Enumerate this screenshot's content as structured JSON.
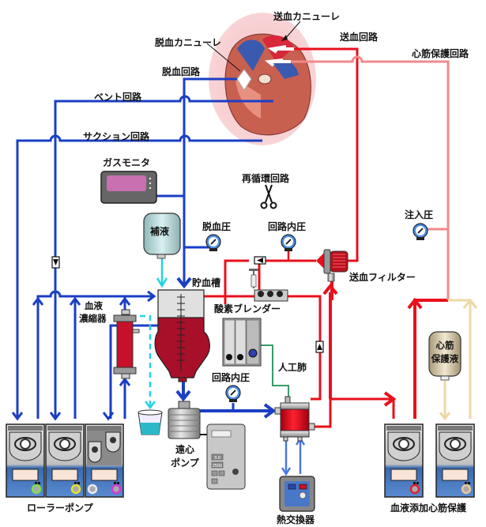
{
  "title": "人工心肺回路図",
  "colors": {
    "venous_blue": "#1a3fc4",
    "arterial_red": "#e8101c",
    "cardioplegia_pink": "#f08a8c",
    "cardioplegia_solution_beige": "#ecd9a4",
    "filtrate_cyan": "#22d3e6",
    "gas_line_green": "#3a9a6a",
    "heat_exchange_blue": "#4a78e0",
    "heart_halo": "#f6c9cc"
  },
  "labels": {
    "arterial_cannula": "送血カニューレ",
    "venous_cannula": "脱血カニューレ",
    "arterial_line": "送血回路",
    "cardioplegia_line": "心筋保護回路",
    "venous_line": "脱血回路",
    "vent_line": "ベント回路",
    "suction_line": "サクション回路",
    "gas_monitor": "ガスモニタ",
    "recirculation_line": "再循環回路",
    "fluid_bag": "補液",
    "venous_pressure": "脱血圧",
    "line_pressure_top": "回路内圧",
    "infusion_pressure": "注入圧",
    "arterial_filter": "送血フィルター",
    "reservoir": "貯血槽",
    "hemoconcentrator_1": "血液",
    "hemoconcentrator_2": "濃縮器",
    "oxygen_blender": "酸素ブレンダー",
    "oxygenator": "人工肺",
    "line_pressure_bottom": "回路内圧",
    "cardioplegia_solution_1": "心筋",
    "cardioplegia_solution_2": "保護液",
    "centrifugal_pump_1": "遠心",
    "centrifugal_pump_2": "ポンプ",
    "heat_exchanger": "熱交換器",
    "roller_pump": "ローラーポンプ",
    "blood_cardioplegia": "血液添加心筋保護"
  },
  "console": {
    "readout_1": "3.0",
    "readout_2": "2500"
  },
  "roller_pumps": [
    {
      "name": "vent-pump",
      "knob_color": "#7ee04a"
    },
    {
      "name": "suction-pump",
      "knob_color": "#e8e030"
    },
    {
      "name": "dual-pump",
      "knob_colors": [
        "#e8e8f0",
        "#d63ad6"
      ]
    },
    {
      "name": "blood-cardioplegia-pump",
      "knob_color": "#e02030"
    },
    {
      "name": "cardioplegia-solution-pump",
      "knob_color": "#e8c89a"
    }
  ]
}
